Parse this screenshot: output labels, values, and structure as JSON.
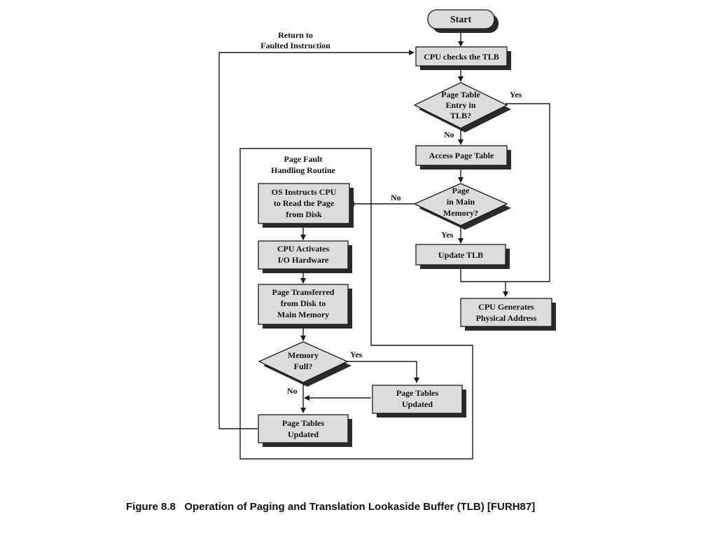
{
  "start": "Start",
  "return_label": [
    "Return to",
    "Faulted Instruction"
  ],
  "cpu_checks": "CPU checks the TLB",
  "decision_tlb": [
    "Page Table",
    "Entry in",
    "TLB?"
  ],
  "yes": "Yes",
  "no": "No",
  "access_page_table": "Access Page Table",
  "decision_memory": [
    "Page",
    "in Main",
    "Memory?"
  ],
  "update_tlb": "Update TLB",
  "cpu_generates": [
    "CPU Generates",
    "Physical Address"
  ],
  "routine_title": [
    "Page Fault",
    "Handling Routine"
  ],
  "os_instructs": [
    "OS Instructs CPU",
    "to Read the Page",
    "from Disk"
  ],
  "cpu_activates": [
    "CPU Activates",
    "I/O Hardware"
  ],
  "page_transferred": [
    "Page Transferred",
    "from Disk to",
    "Main Memory"
  ],
  "decision_full": [
    "Memory",
    "Full?"
  ],
  "page_tables_updated": [
    "Page Tables",
    "Updated"
  ],
  "caption": "Figure 8.8   Operation of Paging and Translation Lookaside Buffer (TLB) [FURH87]"
}
